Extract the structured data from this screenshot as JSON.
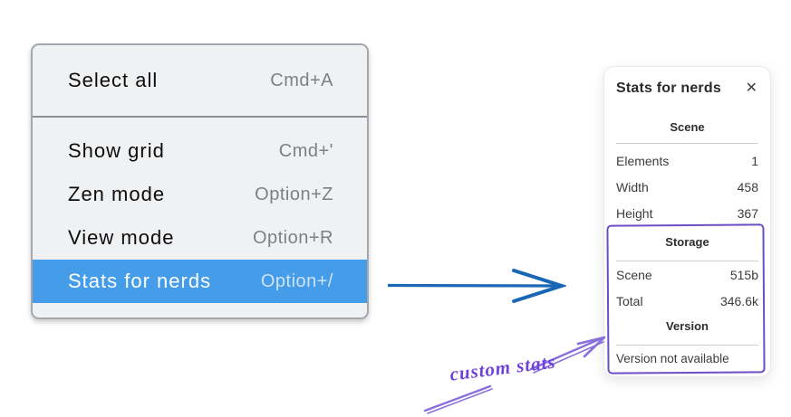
{
  "menu": {
    "highlight_color": "#459CE9",
    "sections": [
      {
        "items": [
          {
            "label": "Select all",
            "shortcut": "Cmd+A",
            "highlighted": false
          }
        ]
      },
      {
        "items": [
          {
            "label": "Show grid",
            "shortcut": "Cmd+'",
            "highlighted": false
          },
          {
            "label": "Zen mode",
            "shortcut": "Option+Z",
            "highlighted": false
          },
          {
            "label": "View mode",
            "shortcut": "Option+R",
            "highlighted": false
          },
          {
            "label": "Stats for nerds",
            "shortcut": "Option+/",
            "highlighted": true
          }
        ]
      }
    ]
  },
  "stats_panel": {
    "title": "Stats for nerds",
    "close_glyph": "✕",
    "scene_section": {
      "header": "Scene",
      "rows": [
        {
          "label": "Elements",
          "value": "1"
        },
        {
          "label": "Width",
          "value": "458"
        },
        {
          "label": "Height",
          "value": "367"
        }
      ]
    },
    "storage_section": {
      "header": "Storage",
      "rows": [
        {
          "label": "Scene",
          "value": "515b"
        },
        {
          "label": "Total",
          "value": "346.6k"
        }
      ]
    },
    "version_section": {
      "header": "Version",
      "note": "Version not available"
    }
  },
  "annotations": {
    "label": "custom stats",
    "arrow_color": "#1A67B6",
    "sketch_color": "#8A6FDC",
    "box_color": "#6B4EC6",
    "label_color": "#7142DA"
  }
}
